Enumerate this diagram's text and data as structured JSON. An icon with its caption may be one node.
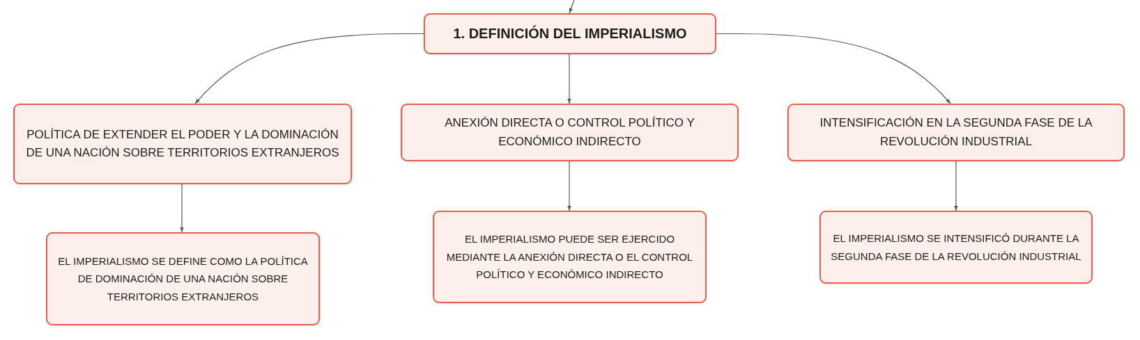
{
  "diagram": {
    "nodes": [
      {
        "text": [
          "1. DEFINICIÓN DEL IMPERIALISMO"
        ]
      },
      {
        "text": [
          "POLÍTICA DE EXTENDER EL PODER Y LA DOMINACIÓN DE UNA NACIÓN SOBRE TERRITORIOS EXTRANJEROS"
        ]
      },
      {
        "text": [
          "ANEXIÓN DIRECTA O CONTROL POLÍTICO Y ECONÓMICO INDIRECTO"
        ]
      },
      {
        "text": [
          "INTENSIFICACIÓN EN LA SEGUNDA FASE DE LA REVOLUCIÓN INDUSTRIAL"
        ]
      },
      {
        "text": [
          "EL IMPERIALISMO SE DEFINE COMO LA POLÍTICA DE DOMINACIÓN DE UNA NACIÓN SOBRE TERRITORIOS EXTRANJEROS"
        ]
      },
      {
        "text": [
          "EL IMPERIALISMO PUEDE SER EJERCIDO MEDIANTE LA ANEXIÓN DIRECTA O EL CONTROL POLÍTICO Y ECONÓMICO INDIRECTO"
        ]
      },
      {
        "text": [
          "EL IMPERIALISMO SE INTENSIFICÓ DURANTE LA SEGUNDA FASE DE LA REVOLUCIÓN INDUSTRIAL"
        ]
      }
    ],
    "edges": [
      {
        "from": null,
        "to": 0,
        "arrow": "to"
      },
      {
        "from": 0,
        "to": 1,
        "arrow": "to"
      },
      {
        "from": 0,
        "to": 2,
        "arrow": "to"
      },
      {
        "from": 0,
        "to": 3,
        "arrow": "to"
      },
      {
        "from": 1,
        "to": 4,
        "arrow": "to"
      },
      {
        "from": 2,
        "to": 5,
        "arrow": "to"
      },
      {
        "from": 3,
        "to": 6,
        "arrow": "to"
      }
    ]
  }
}
